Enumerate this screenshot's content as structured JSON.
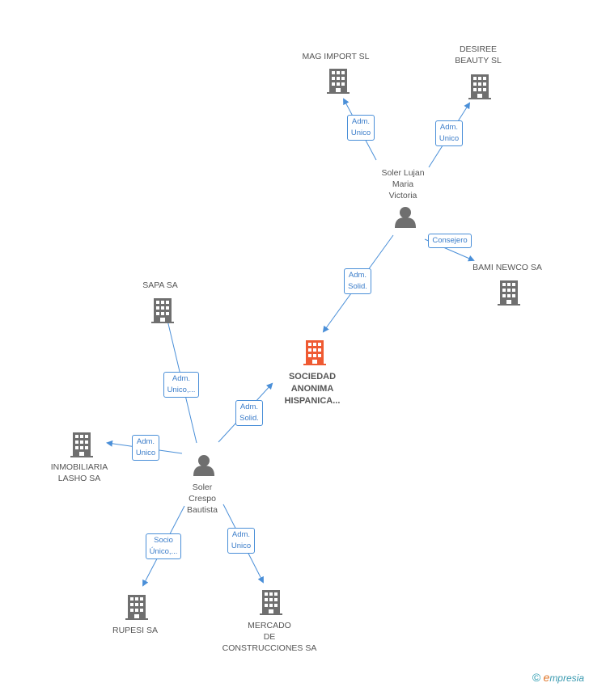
{
  "colors": {
    "edge": "#4a8fd8",
    "building": "#6f6f6f",
    "center_building": "#ef5a32",
    "person": "#6f6f6f",
    "label": "#555555"
  },
  "nodes": [
    {
      "id": "mag",
      "type": "company",
      "label": "MAG IMPORT SL"
    },
    {
      "id": "desiree",
      "type": "company",
      "label": "DESIREE\nBEAUTY  SL"
    },
    {
      "id": "lujan",
      "type": "person",
      "label": "Soler Lujan\nMaria\nVictoria"
    },
    {
      "id": "bami",
      "type": "company",
      "label": "BAMI NEWCO SA"
    },
    {
      "id": "sapa",
      "type": "company",
      "label": "SAPA SA"
    },
    {
      "id": "center",
      "type": "company-center",
      "label": "SOCIEDAD\nANONIMA\nHISPANICA..."
    },
    {
      "id": "lasho",
      "type": "company",
      "label": "INMOBILIARIA\nLASHO SA"
    },
    {
      "id": "crespo",
      "type": "person",
      "label": "Soler\nCrespo\nBautista"
    },
    {
      "id": "rupesi",
      "type": "company",
      "label": "RUPESI SA"
    },
    {
      "id": "mercado",
      "type": "company",
      "label": "MERCADO\nDE\nCONSTRUCCIONES SA"
    }
  ],
  "edges": [
    {
      "from": "lujan",
      "to": "mag",
      "label": "Adm.\nUnico"
    },
    {
      "from": "lujan",
      "to": "desiree",
      "label": "Adm.\nUnico"
    },
    {
      "from": "lujan",
      "to": "bami",
      "label": "Consejero"
    },
    {
      "from": "lujan",
      "to": "center",
      "label": "Adm.\nSolid."
    },
    {
      "from": "crespo",
      "to": "sapa",
      "label": "Adm.\nUnico,..."
    },
    {
      "from": "crespo",
      "to": "center",
      "label": "Adm.\nSolid."
    },
    {
      "from": "crespo",
      "to": "lasho",
      "label": "Adm.\nUnico"
    },
    {
      "from": "crespo",
      "to": "rupesi",
      "label": "Socio\nÚnico,..."
    },
    {
      "from": "crespo",
      "to": "mercado",
      "label": "Adm.\nUnico"
    }
  ],
  "brand": {
    "copyright": "©",
    "e": "e",
    "rest": "mpresia"
  }
}
